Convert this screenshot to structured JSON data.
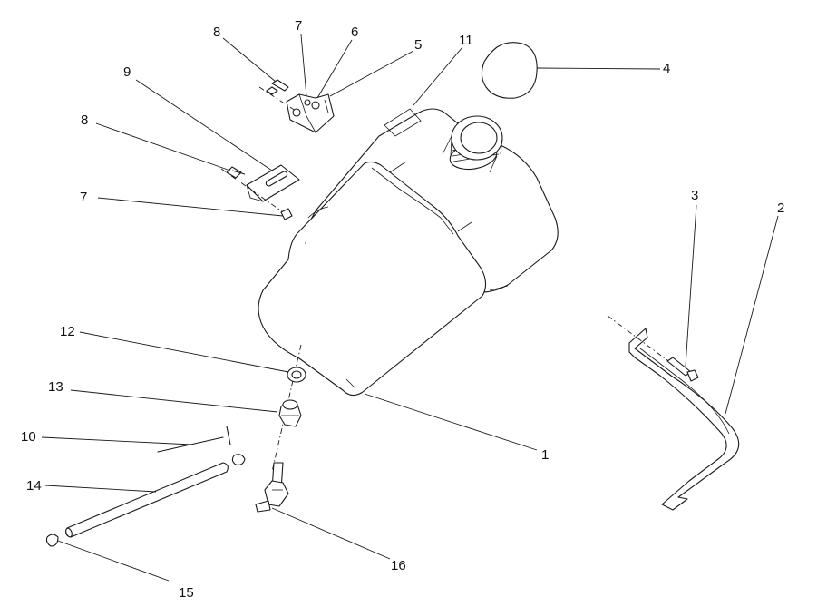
{
  "callouts": [
    {
      "label": "1"
    },
    {
      "label": "2"
    },
    {
      "label": "3"
    },
    {
      "label": "4"
    },
    {
      "label": "5"
    },
    {
      "label": "6"
    },
    {
      "label": "7"
    },
    {
      "label": "7"
    },
    {
      "label": "8"
    },
    {
      "label": "8"
    },
    {
      "label": "9"
    },
    {
      "label": "10"
    },
    {
      "label": "11"
    },
    {
      "label": "12"
    },
    {
      "label": "13"
    },
    {
      "label": "14"
    },
    {
      "label": "15"
    },
    {
      "label": "16"
    }
  ]
}
